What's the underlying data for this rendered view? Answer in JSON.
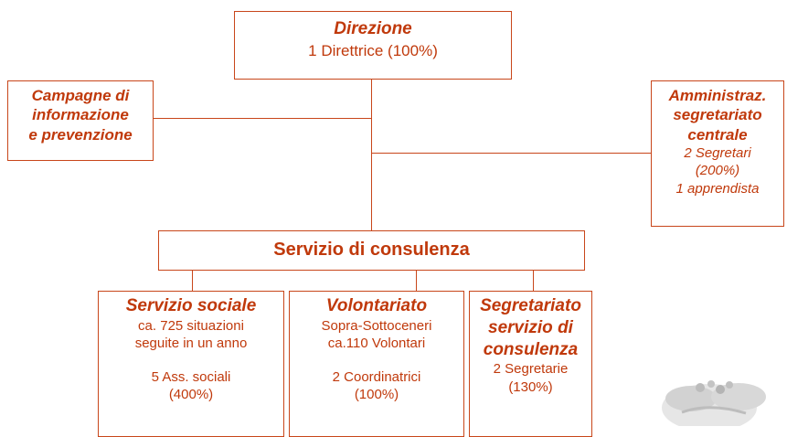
{
  "direzione": {
    "title": "Direzione",
    "staff": "1 Direttrice (100%)"
  },
  "campagne": {
    "lines": [
      "Campagne di",
      "informazione",
      "e prevenzione"
    ]
  },
  "amministraz": {
    "title_lines": [
      "Amministraz.",
      "segretariato",
      "centrale"
    ],
    "detail_lines": [
      "2 Segretari",
      "(200%)",
      "1 apprendista"
    ]
  },
  "servizio_consulenza": {
    "title": "Servizio di consulenza"
  },
  "servizio_sociale": {
    "title": "Servizio sociale",
    "lines": [
      "ca. 725 situazioni",
      "seguite in un anno"
    ],
    "staff_lines": [
      "5  Ass. sociali",
      "(400%)"
    ]
  },
  "volontariato": {
    "title": "Volontariato",
    "lines": [
      "Sopra-Sottoceneri",
      "ca.110 Volontari"
    ],
    "staff_lines": [
      "2 Coordinatrici",
      "(100%)"
    ]
  },
  "segretariato": {
    "title_lines": [
      "Segretariato",
      "servizio di",
      "consulenza"
    ],
    "staff_lines": [
      "2 Segretarie",
      "(130%)"
    ]
  },
  "colors": {
    "accent": "#c0390b",
    "border": "#c8461a"
  },
  "photo": {
    "icon": "hands-holding-photo"
  }
}
